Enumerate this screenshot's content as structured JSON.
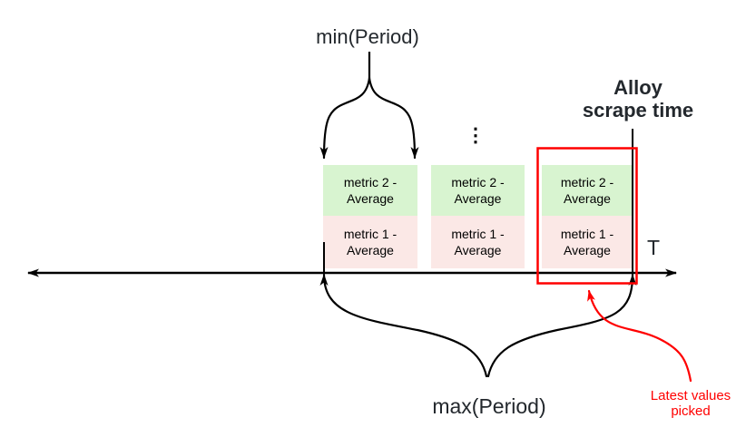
{
  "diagram": {
    "min_period_label": "min(Period)",
    "max_period_label": "max(Period)",
    "alloy_scrape_time_label": "Alloy\nscrape time",
    "time_axis_label": "T",
    "more_samples_ellipsis": "⋮",
    "latest_values_label": "Latest values\npicked",
    "samples": [
      {
        "metric2_cell": "metric 2 - Average",
        "metric1_cell": "metric 1 - Average"
      },
      {
        "metric2_cell": "metric 2 - Average",
        "metric1_cell": "metric 1 - Average"
      },
      {
        "metric2_cell": "metric 2 - Average",
        "metric1_cell": "metric 1 - Average"
      }
    ],
    "colors": {
      "metric2_bg": "#d8f4d0",
      "metric1_bg": "#fbe8e6",
      "highlight_red": "#ff0000",
      "line_black": "#000000",
      "label_text": "#23282d"
    }
  }
}
